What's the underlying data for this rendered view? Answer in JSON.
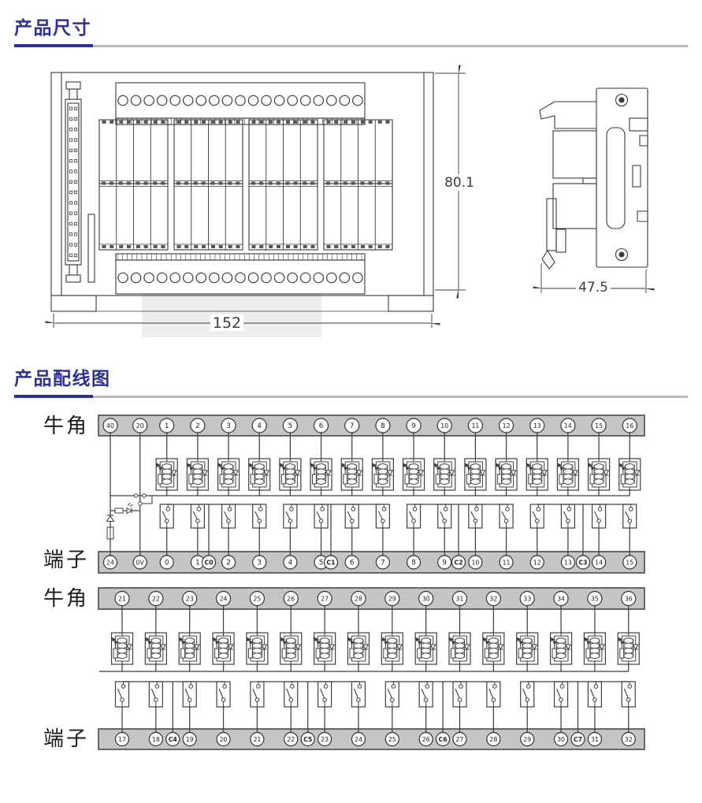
{
  "colors": {
    "accent": "#2d3192",
    "rule_gray": "#b9b9b9",
    "bar_fill": "#c5c5c5",
    "bar_border": "#4a4a4a",
    "line": "#3f3f3f",
    "dim_text": "#3c3c3c"
  },
  "sections": {
    "dimensions_title": "产品尺寸",
    "wiring_title": "产品配线图"
  },
  "dimensions_figure": {
    "front_width": "152",
    "front_height": "80.1",
    "side_depth": "47.5"
  },
  "wiring": {
    "diagram1": {
      "connector_label": "牛角",
      "terminal_label": "端子",
      "top_pins": [
        "40",
        "20",
        "1",
        "2",
        "3",
        "4",
        "5",
        "6",
        "7",
        "8",
        "9",
        "10",
        "11",
        "12",
        "13",
        "14",
        "15",
        "16"
      ],
      "bottom_pins": [
        "24",
        "0V",
        "0",
        "1",
        "C0",
        "2",
        "3",
        "4",
        "5",
        "C1",
        "6",
        "7",
        "8",
        "9",
        "C2",
        "10",
        "11",
        "12",
        "13",
        "C3",
        "14",
        "15"
      ]
    },
    "diagram2": {
      "connector_label": "牛角",
      "terminal_label": "端子",
      "top_pins": [
        "21",
        "22",
        "23",
        "24",
        "25",
        "26",
        "27",
        "28",
        "29",
        "30",
        "31",
        "32",
        "33",
        "34",
        "35",
        "36"
      ],
      "bottom_pins": [
        "17",
        "18",
        "C4",
        "19",
        "20",
        "21",
        "22",
        "C5",
        "23",
        "24",
        "25",
        "26",
        "C6",
        "27",
        "28",
        "29",
        "30",
        "C7",
        "31",
        "32"
      ]
    }
  }
}
